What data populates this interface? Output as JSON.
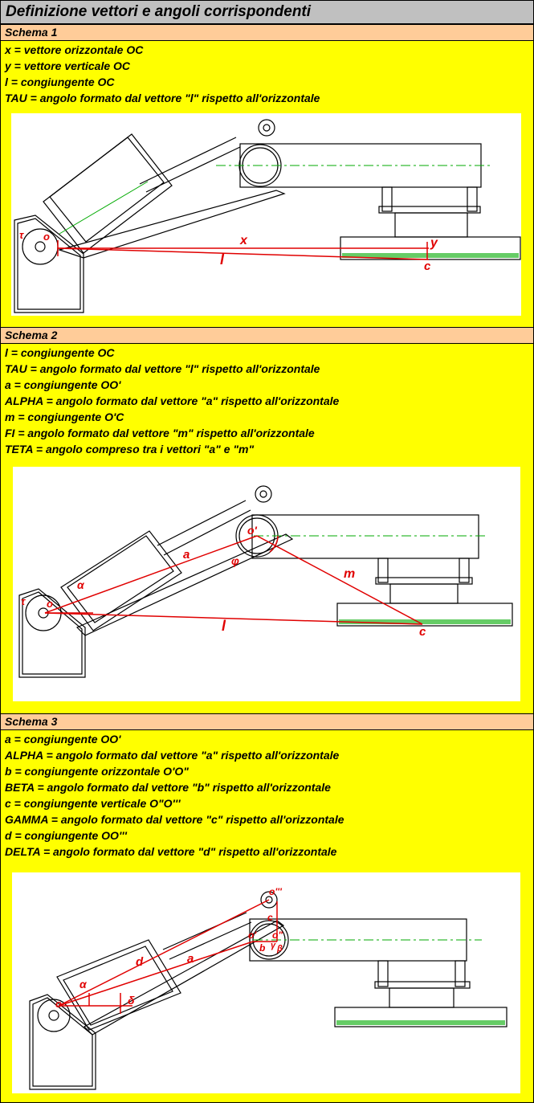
{
  "title": "Definizione vettori e angoli corrispondenti",
  "sections": [
    {
      "heading": "Schema 1",
      "lines": [
        "x = vettore orizzontale OC",
        "y = vettore verticale OC",
        "l = congiungente OC",
        "TAU = angolo formato dal vettore \"l\" rispetto all'orizzontale"
      ],
      "labels": {
        "tau": "τ",
        "o": "o",
        "x": "x",
        "y": "y",
        "l": "l",
        "c": "c"
      }
    },
    {
      "heading": "Schema 2",
      "lines": [
        "l = congiungente OC",
        "TAU = angolo formato dal vettore \"l\" rispetto all'orizzontale",
        "a = congiungente OO'",
        "ALPHA = angolo formato dal vettore \"a\" rispetto all'orizzontale",
        "m = congiungente O'C",
        "FI = angolo formato dal vettore \"m\" rispetto all'orizzontale",
        "TETA = angolo compreso tra i vettori \"a\" e \"m\""
      ],
      "labels": {
        "tau": "τ",
        "o": "o",
        "alpha": "α",
        "a": "a",
        "o1": "o'",
        "phi": "φ",
        "m": "m",
        "l": "l",
        "c": "c"
      }
    },
    {
      "heading": "Schema 3",
      "lines": [
        "a = congiungente OO'",
        "ALPHA = angolo formato dal vettore \"a\" rispetto all'orizzontale",
        "b = congiungente orizzontale O'O\"",
        "BETA = angolo formato dal vettore \"b\" rispetto all'orizzontale",
        "c = congiungente verticale O\"O'''",
        "GAMMA = angolo formato dal vettore \"c\" rispetto all'orizzontale",
        "d = congiungente OO'''",
        "DELTA = angolo formato dal vettore \"d\" rispetto all'orizzontale"
      ],
      "labels": {
        "o": "o",
        "alpha": "α",
        "delta": "δ",
        "d": "d",
        "a": "a",
        "o3": "o'''",
        "c": "c",
        "o1": "o'",
        "o2": "o\"",
        "b": "b",
        "gamma": "γ",
        "beta": "β"
      }
    }
  ]
}
